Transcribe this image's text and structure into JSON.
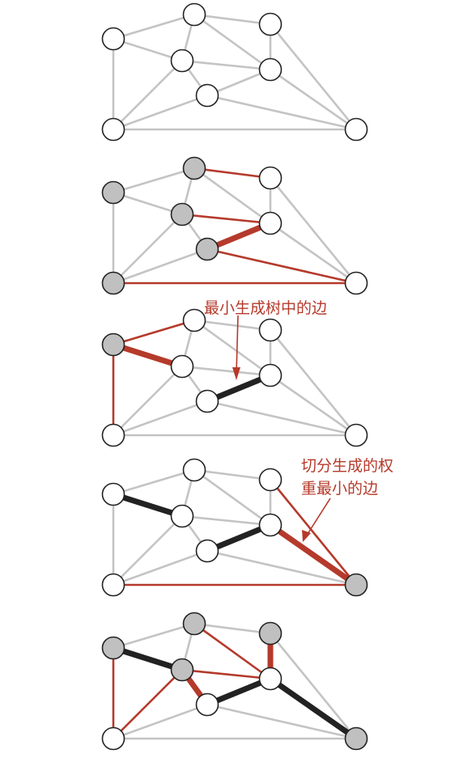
{
  "annotations": {
    "mst_edge": "最小生成树中的边",
    "crossing_line1": "切分生成的权",
    "crossing_line2": "重最小的边"
  },
  "colors": {
    "plain_edge": "#c4c4c4",
    "crossing_edge": "#b53a2b",
    "mst_edge": "#222222",
    "node_fill": "#ffffff",
    "node_selected_fill": "#c0c0c0",
    "node_stroke": "#222222",
    "annotation": "#b53a2b"
  },
  "graph": {
    "nodes": [
      "A",
      "B",
      "C",
      "D",
      "E",
      "F",
      "G",
      "H"
    ],
    "edges": [
      [
        "A",
        "C"
      ],
      [
        "A",
        "D"
      ],
      [
        "A",
        "B"
      ],
      [
        "C",
        "D"
      ],
      [
        "C",
        "E"
      ],
      [
        "D",
        "G"
      ],
      [
        "D",
        "F"
      ],
      [
        "D",
        "B"
      ],
      [
        "F",
        "G"
      ],
      [
        "F",
        "H"
      ],
      [
        "F",
        "B"
      ],
      [
        "G",
        "E"
      ],
      [
        "G",
        "H"
      ],
      [
        "E",
        "H"
      ],
      [
        "B",
        "H"
      ],
      [
        "C",
        "G"
      ]
    ]
  },
  "panels": [
    {
      "selected": [],
      "crossing": [],
      "crossing_min": [],
      "mst": []
    },
    {
      "selected": [
        "A",
        "C",
        "D",
        "F",
        "B"
      ],
      "crossing": [
        [
          "C",
          "E"
        ],
        [
          "D",
          "G"
        ],
        [
          "F",
          "H"
        ],
        [
          "B",
          "H"
        ]
      ],
      "crossing_min": [
        [
          "F",
          "G"
        ]
      ],
      "mst": []
    },
    {
      "selected": [
        "A"
      ],
      "crossing": [
        [
          "A",
          "C"
        ],
        [
          "A",
          "B"
        ]
      ],
      "crossing_min": [
        [
          "A",
          "D"
        ]
      ],
      "mst": [
        [
          "F",
          "G"
        ]
      ]
    },
    {
      "selected": [
        "H"
      ],
      "crossing": [
        [
          "E",
          "H"
        ],
        [
          "B",
          "H"
        ]
      ],
      "crossing_min": [
        [
          "G",
          "H"
        ]
      ],
      "mst": [
        [
          "A",
          "D"
        ],
        [
          "F",
          "G"
        ]
      ]
    },
    {
      "selected": [
        "A",
        "C",
        "D",
        "E",
        "H"
      ],
      "crossing": [
        [
          "A",
          "B"
        ],
        [
          "C",
          "G"
        ],
        [
          "D",
          "G"
        ],
        [
          "D",
          "F"
        ],
        [
          "D",
          "B"
        ],
        [
          "G",
          "H"
        ],
        [
          "E",
          "F"
        ]
      ],
      "crossing_min": [
        [
          "E",
          "G"
        ],
        [
          "D",
          "F"
        ]
      ],
      "mst": [
        [
          "A",
          "D"
        ],
        [
          "F",
          "G"
        ],
        [
          "G",
          "H"
        ]
      ]
    }
  ]
}
